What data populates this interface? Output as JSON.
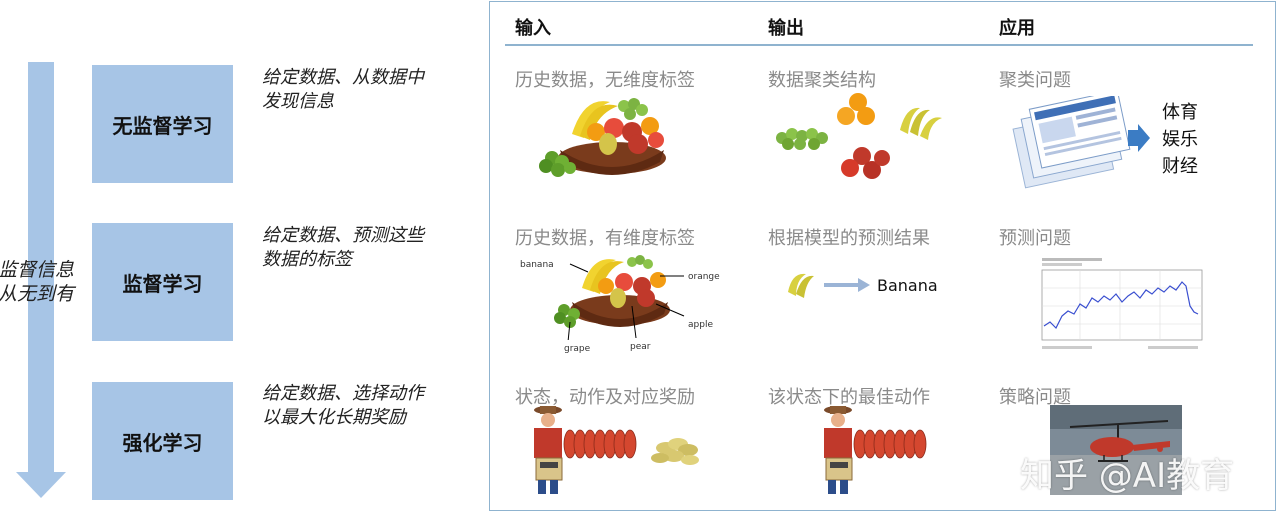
{
  "side": {
    "label_line1": "监督信息",
    "label_line2": "从无到有"
  },
  "types": [
    {
      "name": "无监督学习",
      "desc_line1": "给定数据、从数据中",
      "desc_line2": "发现信息"
    },
    {
      "name": "监督学习",
      "desc_line1": "给定数据、预测这些",
      "desc_line2": "数据的标签"
    },
    {
      "name": "强化学习",
      "desc_line1": "给定数据、选择动作",
      "desc_line2": "以最大化长期奖励"
    }
  ],
  "table": {
    "headers": [
      "输入",
      "输出",
      "应用"
    ],
    "rows": [
      {
        "input": "历史数据，无维度标签",
        "output": "数据聚类结构",
        "app": "聚类问题"
      },
      {
        "input": "历史数据，有维度标签",
        "output": "根据模型的预测结果",
        "app": "预测问题"
      },
      {
        "input": "状态，动作及对应奖励",
        "output": "该状态下的最佳动作",
        "app": "策略问题"
      }
    ]
  },
  "fruit_labels": {
    "banana": "banana",
    "orange": "orange",
    "apple": "apple",
    "grape": "grape",
    "pear": "pear"
  },
  "prediction_result": "Banana",
  "categories": [
    "体育",
    "娱乐",
    "财经"
  ],
  "watermark": "知乎 @AI教育",
  "colors": {
    "box_fill": "#a7c5e6",
    "arrow": "#a7c5e6",
    "frame": "#8fb3cf",
    "cell_text": "#8a8a8a",
    "chart_line": "#3a4fd0"
  }
}
